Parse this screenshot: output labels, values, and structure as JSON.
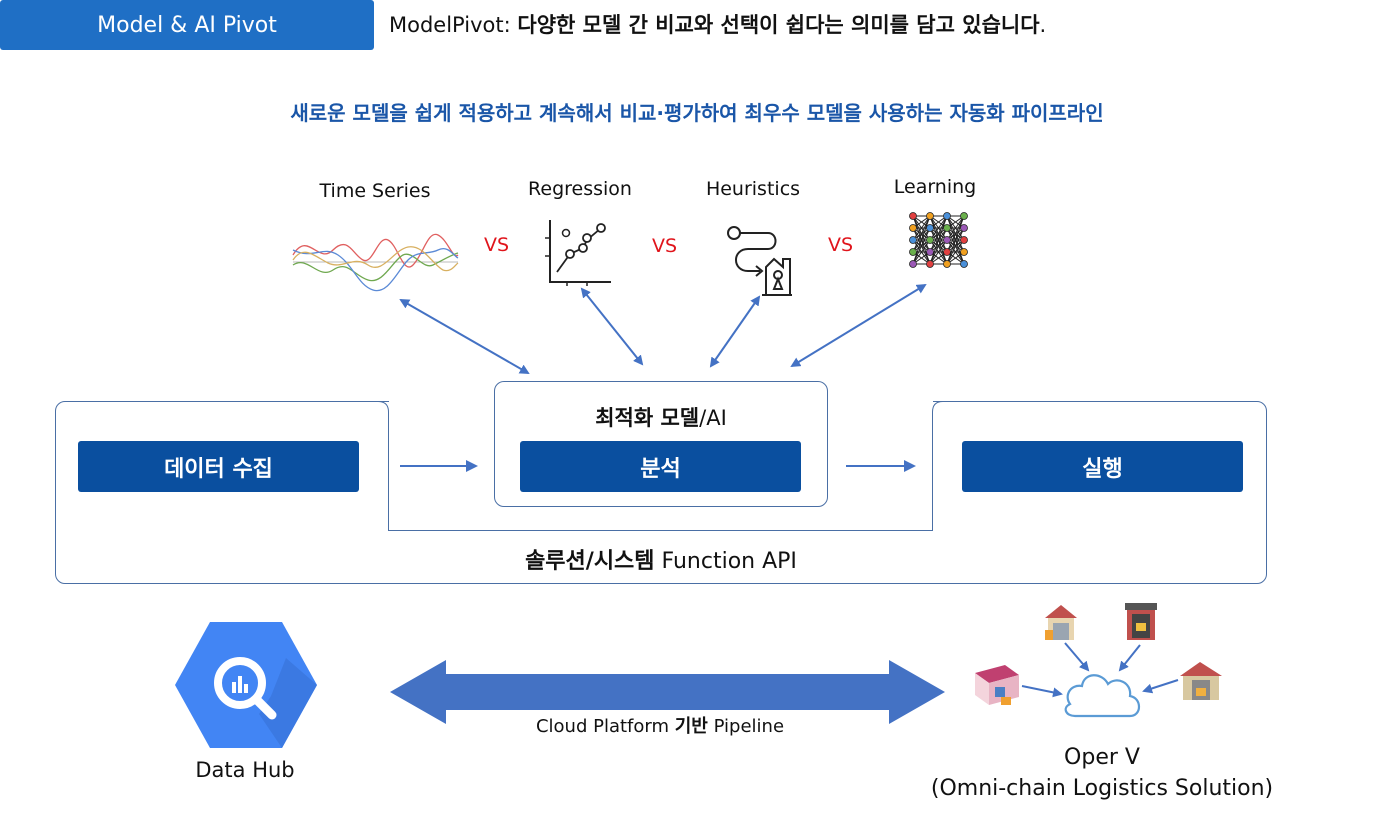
{
  "header": {
    "tag": "Model & AI Pivot",
    "intro_prefix": "ModelPivot:",
    "intro_bold": "다양한 모델 간 비교와 선택이 쉽다는 의미를 담고 있습니다",
    "intro_suffix": "."
  },
  "subtitle": "새로운 모델을 쉽게 적용하고 계속해서 비교·평가하여 최우수 모델을 사용하는 자동화 파이프라인",
  "models": [
    {
      "label": "Time Series",
      "icon": "time-series-chart-icon"
    },
    {
      "label": "Regression",
      "icon": "regression-plot-icon"
    },
    {
      "label": "Heuristics",
      "icon": "heuristics-path-icon"
    },
    {
      "label": "Learning",
      "icon": "neural-network-icon"
    }
  ],
  "vs_label": "VS",
  "flow": {
    "center_title_bold": "최적화 모델",
    "center_title_rest": "/AI",
    "step1": "데이터 수집",
    "step2": "분석",
    "step3": "실행",
    "api_bold": "솔루션/시스템",
    "api_rest": " Function API"
  },
  "bottom": {
    "hub_label": "Data Hub",
    "pipeline_prefix": "Cloud Platform ",
    "pipeline_bold": "기반",
    "pipeline_suffix": " Pipeline",
    "oper_line1": "Oper V",
    "oper_line2": "(Omni-chain Logistics Solution)"
  },
  "colors": {
    "tag_bg": "#1f6fc5",
    "subtitle": "#1a56a8",
    "step_bg": "#0a4f9f",
    "arrow": "#4472c4",
    "vs": "#e0141b",
    "hub_hex": "#4285f4"
  }
}
